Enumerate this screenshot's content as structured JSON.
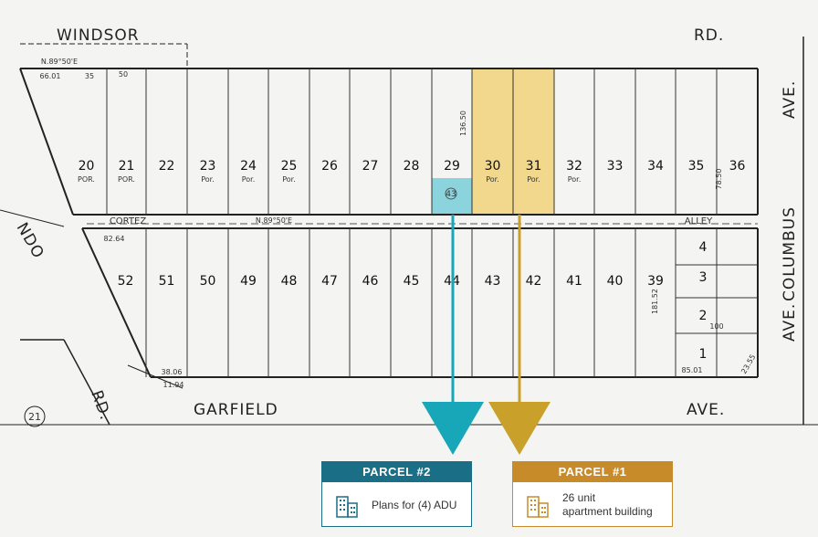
{
  "streets": {
    "windsor": "WINDSOR",
    "windsor_rd": "RD.",
    "garfield": "GARFIELD",
    "garfield_ave": "AVE.",
    "columbus": "COLUMBUS",
    "columbus_ave": "AVE.",
    "cortez": "CORTEZ",
    "alley": "ALLEY",
    "ndo": "NDO",
    "rd_left": "RD.",
    "circle_21": "21"
  },
  "top_lots": [
    "20",
    "21",
    "22",
    "23",
    "24",
    "25",
    "26",
    "27",
    "28",
    "29",
    "30",
    "31",
    "32",
    "33",
    "34",
    "35",
    "36"
  ],
  "top_lot_por": [
    "POR.",
    "POR.",
    "",
    "Por.",
    "Por.",
    "Por.",
    "",
    "",
    "",
    "",
    "Por.",
    "Por.",
    "Por.",
    "",
    "",
    "",
    ""
  ],
  "bottom_lots": [
    "52",
    "51",
    "50",
    "49",
    "48",
    "47",
    "46",
    "45",
    "44",
    "43",
    "42",
    "41",
    "40",
    "39"
  ],
  "right_lots": [
    "4",
    "3",
    "2",
    "1"
  ],
  "parcel_43_label": "43",
  "dimensions": {
    "n89_top": "N.89°50'E",
    "d6601": "66.01",
    "d35": "35",
    "d50": "50",
    "d8264": "82.64",
    "d18152": "181.52",
    "d13650": "136.50",
    "d3806": "38.06",
    "d11": "11.94",
    "d8501": "85.01",
    "d2355": "23.55",
    "n89_alley": "N.89°50'E",
    "d100": "100",
    "d7850": "78.50"
  },
  "parcels": [
    {
      "title": "PARCEL #2",
      "line1": "Plans for (4) ADU",
      "line2": "",
      "color": "#1a6f86",
      "icon": "building-icon"
    },
    {
      "title": "PARCEL #1",
      "line1": "26 unit",
      "line2": "apartment building",
      "color": "#c88b2a",
      "icon": "building-icon"
    }
  ],
  "colors": {
    "parcel1_highlight": "#f0d27a",
    "parcel2_highlight": "#7fd0dc",
    "arrow_teal": "#17a7b8",
    "arrow_gold": "#c9a02a"
  }
}
